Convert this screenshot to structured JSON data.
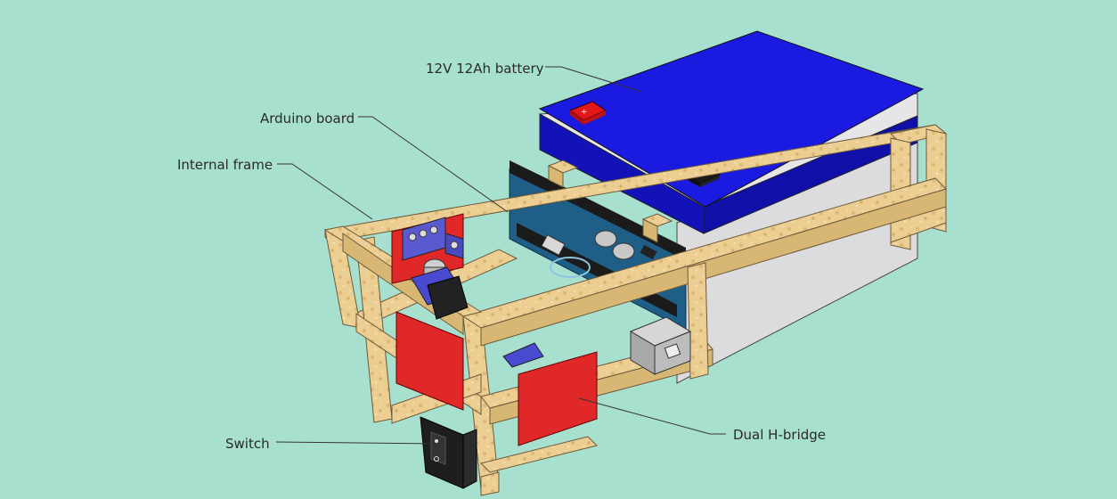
{
  "labels": {
    "battery": "12V 12Ah battery",
    "arduino": "Arduino board",
    "frame": "Internal frame",
    "switch": "Switch",
    "hbridge": "Dual H-bridge"
  },
  "colors": {
    "background": "#a8e0d0",
    "battery_top": "#1a1ad8",
    "battery_side": "#e4e4e6",
    "wood": "#e9c98a",
    "arduino": "#1f5e86",
    "hbridge_board": "#e02828",
    "terminal_block": "#5a5ad0",
    "switch_body": "#222222"
  }
}
